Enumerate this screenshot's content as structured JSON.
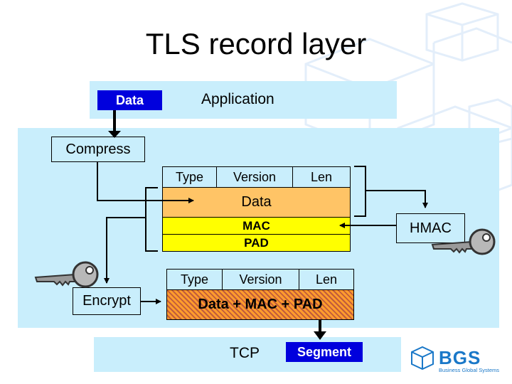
{
  "title": "TLS record layer",
  "application": {
    "data_label": "Data",
    "label": "Application"
  },
  "compress": "Compress",
  "hmac": "HMAC",
  "encrypt": "Encrypt",
  "record1": {
    "type": "Type",
    "version": "Version",
    "len": "Len",
    "data": "Data",
    "mac": "MAC",
    "pad": "PAD"
  },
  "record2": {
    "type": "Type",
    "version": "Version",
    "len": "Len",
    "payload": "Data + MAC + PAD"
  },
  "tcp": {
    "label": "TCP",
    "segment": "Segment"
  },
  "logo": {
    "name": "BGS",
    "tagline": "Business Global Systems"
  },
  "colors": {
    "band": "#c9eefc",
    "dark_blue": "#0000dd",
    "orange": "#ffc466",
    "yellow": "#ffff00",
    "hatch": "#e07030"
  }
}
